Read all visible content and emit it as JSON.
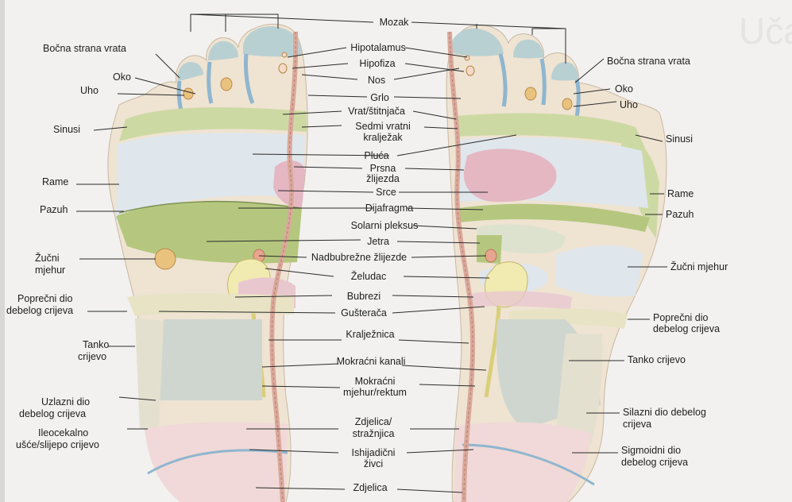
{
  "center_labels": {
    "mozak": "Mozak",
    "hipotalamus": "Hipotalamus",
    "hipofiza": "Hipofiza",
    "nos": "Nos",
    "grlo": "Grlo",
    "vrat": "Vrat/štitnjača",
    "sedmi_1": "Sedmi vratni",
    "sedmi_2": "kralježak",
    "pluca": "Pluća",
    "prsna_1": "Prsna",
    "prsna_2": "žlijezda",
    "srce": "Srce",
    "dijafragma": "Dijafragma",
    "solarni": "Solarni pleksus",
    "jetra": "Jetra",
    "nadbubrezne": "Nadbubrežne žlijezde",
    "zeludac": "Želudac",
    "bubrezi": "Bubrezi",
    "gusteraca": "Gušterača",
    "kraljeznica": "Kralježnica",
    "mokracni_kanali": "Mokraćni kanali",
    "mjehur_1": "Mokraćni",
    "mjehur_2": "mjehur/rektum",
    "zdjelica_straz_1": "Zdjelica/",
    "zdjelica_straz_2": "stražnjica",
    "ishijadicni_1": "Ishijadični",
    "ishijadicni_2": "živci",
    "zdjelica": "Zdjelica"
  },
  "left_labels": {
    "bocna": "Bočna strana vrata",
    "oko": "Oko",
    "uho": "Uho",
    "sinusi": "Sinusi",
    "rame": "Rame",
    "pazuh": "Pazuh",
    "zucni_1": "Žučni",
    "zucni_2": "mjehur",
    "poprecni_1": "Poprečni dio",
    "poprecni_2": "debelog crijeva",
    "tanko_1": "Tanko",
    "tanko_2": "crijevo",
    "uzlazni_1": "Uzlazni dio",
    "uzlazni_2": "debelog crijeva",
    "ileo_1": "Ileocekalno",
    "ileo_2": "ušće/slijepo crijevo"
  },
  "right_labels": {
    "bocna": "Bočna strana vrata",
    "oko": "Oko",
    "uho": "Uho",
    "sinusi": "Sinusi",
    "rame": "Rame",
    "pazuh": "Pazuh",
    "zucni": "Žučni mjehur",
    "poprecni_1": "Poprečni dio",
    "poprecni_2": "debelog crijeva",
    "tanko": "Tanko crijevo",
    "silazni_1": "Silazni dio debelog",
    "silazni_2": "crijeva",
    "sigmoidni_1": "Sigmoidni dio",
    "sigmoidni_2": "debelog crijeva"
  },
  "background_text": {
    "right_margin_title": "Uča"
  },
  "colors": {
    "skin": "#efe3d2",
    "green": "#cdd9a3",
    "dark_green": "#b5c77e",
    "blue_lung": "#dfe6ec",
    "pink": "#e4b7c3",
    "yellow": "#f1ebb1",
    "teal": "#b9d0d2",
    "blue_line": "#8fb6cf",
    "orange": "#e9c27e",
    "spine": "#d9a89b"
  }
}
